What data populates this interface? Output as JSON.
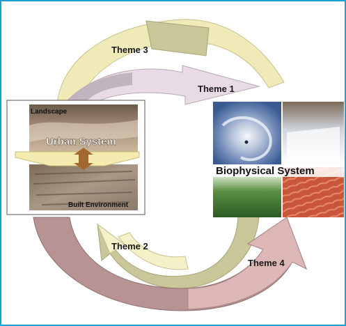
{
  "themes": {
    "theme1": "Theme 1",
    "theme2": "Theme 2",
    "theme3": "Theme 3",
    "theme4": "Theme 4"
  },
  "urban": {
    "title": "Urban System",
    "top_label": "Landscape",
    "bottom_label": "Built Environment"
  },
  "biophysical": {
    "title": "Biophysical System"
  },
  "colors": {
    "frame_border": "#1aa0d8",
    "arrow_yellow": "#f0eab8",
    "arrow_olive": "#c9c79a",
    "arrow_mauve": "#b79393",
    "arrow_pink": "#ddb6b6",
    "arrow_lavender": "#e9dbe6"
  }
}
